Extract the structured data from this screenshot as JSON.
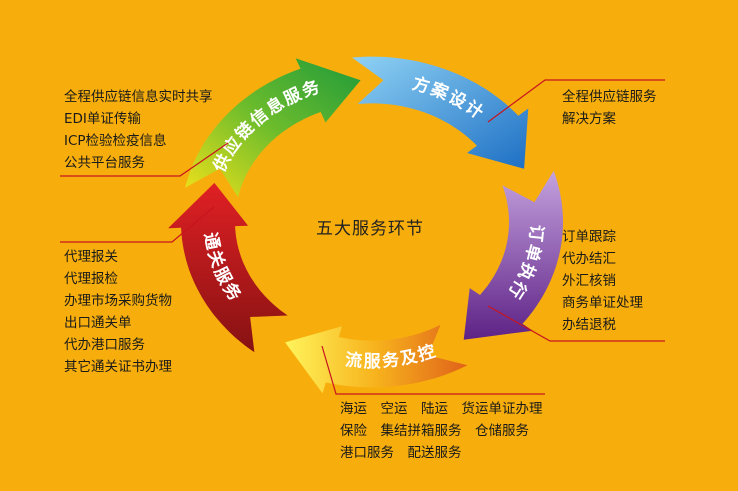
{
  "center_title": "五大服务环节",
  "segments": [
    {
      "id": "info",
      "label": "供应链信息服务",
      "color_start": "#f2e21a",
      "color_end": "#1f9a3a"
    },
    {
      "id": "design",
      "label": "方案设计",
      "color_start": "#7ec8f0",
      "color_end": "#1d6fc4"
    },
    {
      "id": "order",
      "label": "订单执行",
      "color_start": "#b48cd0",
      "color_end": "#6a2f94"
    },
    {
      "id": "logistics",
      "label": "物流服务及控制",
      "color_start": "#fff25a",
      "color_end": "#e8721a"
    },
    {
      "id": "customs",
      "label": "通关服务",
      "color_start": "#d81e22",
      "color_end": "#8a1414"
    }
  ],
  "annotations": {
    "info": [
      "全程供应链信息实时共享",
      "EDI单证传输",
      "ICP检验检疫信息",
      "公共平台服务"
    ],
    "design": [
      "全程供应链服务",
      "解决方案"
    ],
    "order": [
      "订单跟踪",
      "代办结汇",
      "外汇核销",
      "商务单证处理",
      "办结退税"
    ],
    "customs": [
      "代理报关",
      "代理报检",
      "办理市场采购货物",
      "出口通关单",
      "代办港口服务",
      "其它通关证书办理"
    ],
    "logistics": [
      "海运　空运　陆运　货运单证办理",
      "保险　集结拼箱服务　仓储服务",
      "港口服务　配送服务"
    ]
  },
  "colors": {
    "background": "#f7ae0c",
    "leader_line": "#c8141e"
  }
}
